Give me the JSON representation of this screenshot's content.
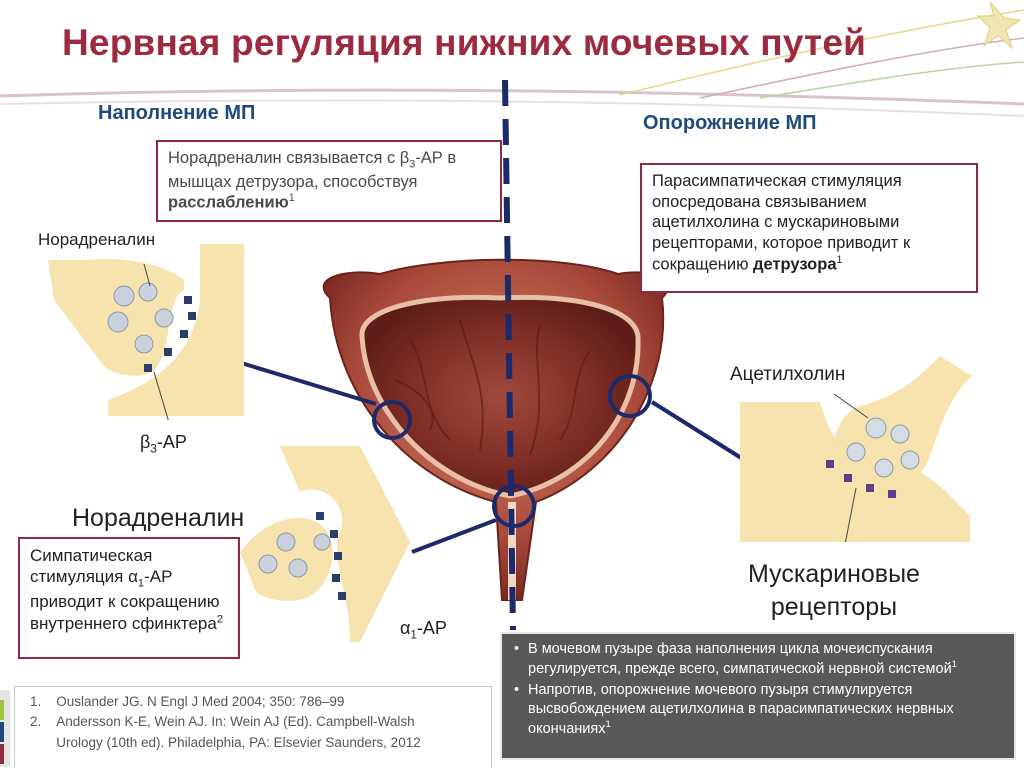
{
  "title": "Нервная регуляция нижних мочевых путей",
  "filling": {
    "heading": "Наполнение МП",
    "box_text_1": "Норадреналин связывается с β",
    "box_sub": "3",
    "box_text_2": "-АР в мышцах детрузора, способствуя ",
    "box_bold": "расслаблению",
    "box_sup": "1",
    "label_norad": "Норадреналин",
    "label_beta_pre": "β",
    "label_beta_sub": "3",
    "label_beta_post": "-АР"
  },
  "emptying": {
    "heading": "Опорожнение МП",
    "box_text": "Парасимпатическая стимуляция опосредована связыванием ацетилхолина с мускариновыми рецепторами, которое приводит к сокращению ",
    "box_bold": "детрузора",
    "box_sup": "1",
    "label_ach": "Ацетилхолин",
    "label_musc": "Мускариновые рецепторы"
  },
  "sphincter": {
    "label_norad": "Норадреналин",
    "box_text_1": "Симпатическая стимуляция α",
    "box_sub": "1",
    "box_text_2": "-АР приводит к сокращению внутреннего сфинктера",
    "box_sup": "2",
    "label_alpha_pre": "α",
    "label_alpha_sub": "1",
    "label_alpha_post": "-АР"
  },
  "references": [
    "1.    Ouslander JG. N Engl J Med 2004; 350: 786–99",
    "2.    Andersson K-E, Wein AJ. In: Wein AJ (Ed). Campbell-Walsh",
    "       Urology (10th ed). Philadelphia, PA: Elsevier Saunders, 2012"
  ],
  "summary": {
    "item1": "В мочевом пузыре фаза наполнения цикла мочеиспускания регулируется, прежде всего, симпатической нервной системой",
    "item1_sup": "1",
    "item2": "Напротив, опорожнение мочевого пузыря стимулируется высвобождением ацетилхолина в парасимпатических нервных окончаниях",
    "item2_sup": "1"
  },
  "colors": {
    "title": "#9e2a3f",
    "heading": "#1f4a7a",
    "box_border": "#8e2b3e",
    "nerve_fill": "#f6e3ad",
    "pointer_line": "#1c2a6b",
    "summary_bg": "#595959"
  }
}
